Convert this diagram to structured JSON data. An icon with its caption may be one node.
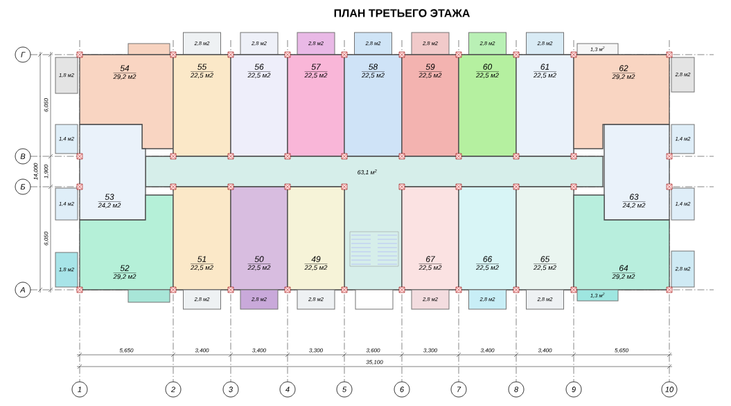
{
  "diagram": {
    "title": "ПЛАН ТРЕТЬЕГО ЭТАЖА",
    "nodes": [
      {
        "text": [
          "Г"
        ]
      },
      {
        "text": [
          "В"
        ]
      },
      {
        "text": [
          "Б"
        ]
      },
      {
        "text": [
          "А"
        ]
      },
      {
        "text": [],
        "shape": "box"
      },
      {
        "text": [
          "2,8 м2"
        ]
      },
      {
        "text": [
          "2,8 м2"
        ]
      },
      {
        "text": [
          "2,8 м2"
        ]
      },
      {
        "text": [
          "2,8 м2"
        ]
      },
      {
        "text": [
          "2,8 м2"
        ]
      },
      {
        "text": [
          "2,8 м2"
        ]
      },
      {
        "text": [
          "2,8 м2"
        ]
      },
      {
        "text": [
          "1,3 м$^{2}$"
        ]
      },
      {
        "text": [
          "1,8 м2"
        ]
      },
      {
        "text": [
          "54",
          "29,2 м2"
        ]
      },
      {
        "text": [
          "55",
          "22,5 м2"
        ]
      },
      {
        "text": [
          "56",
          "22,5 м2"
        ]
      },
      {
        "text": [
          "57",
          "22,5 м2"
        ]
      },
      {
        "text": [
          "58",
          "22,5 м2"
        ]
      },
      {
        "text": [
          "59",
          "22,5 м2"
        ]
      },
      {
        "text": [
          "60",
          "22,5 м2"
        ]
      },
      {
        "text": [
          "61",
          "22,5 м2"
        ]
      },
      {
        "text": [
          "62",
          "29,2 м2"
        ]
      },
      {
        "text": [
          "2,8 м2"
        ]
      },
      {
        "text": [
          "1,4 м2"
        ]
      },
      {
        "text": [
          "1,4 м2"
        ]
      },
      {
        "text": [
          "63,1 м$^{2}$"
        ]
      },
      {
        "text": [
          "53",
          "24,2 м2"
        ]
      },
      {
        "text": [
          "63",
          "24,2 м2"
        ]
      },
      {
        "text": [
          "1,4 м2"
        ]
      },
      {
        "text": [
          "1,4 м2"
        ]
      },
      {
        "text": [
          "52",
          "29,2 м2"
        ]
      },
      {
        "text": [
          "51",
          "22,5 м2"
        ]
      },
      {
        "text": [
          "50",
          "22,5 м2"
        ]
      },
      {
        "text": [
          "49",
          "22,5 м2"
        ]
      },
      {
        "text": [
          "67",
          "22,5 м2"
        ]
      },
      {
        "text": [
          "66",
          "22,5 м2"
        ]
      },
      {
        "text": [
          "65",
          "22,5 м2"
        ]
      },
      {
        "text": [
          "64",
          "29,2 м2"
        ]
      },
      {
        "text": [
          "1,8 м2"
        ]
      },
      {
        "text": [
          "2,8 м2"
        ]
      },
      {
        "text": [],
        "shape": "box"
      },
      {
        "text": [
          "2,8 м2"
        ]
      },
      {
        "text": [
          "2,8 м2"
        ]
      },
      {
        "text": [
          "2,8 м2"
        ]
      },
      {
        "text": [],
        "shape": "box"
      },
      {
        "text": [
          "2,8 м2"
        ]
      },
      {
        "text": [
          "2,8 м2"
        ]
      },
      {
        "text": [
          "2,8 м2"
        ]
      },
      {
        "text": [
          "1,3 м$^{2}$"
        ]
      },
      {
        "text": [
          "1"
        ]
      },
      {
        "text": [
          "2"
        ]
      },
      {
        "text": [
          "3"
        ]
      },
      {
        "text": [
          "4"
        ]
      },
      {
        "text": [
          "5"
        ]
      },
      {
        "text": [
          "6"
        ]
      },
      {
        "text": [
          "7"
        ]
      },
      {
        "text": [
          "8"
        ]
      },
      {
        "text": [
          "9"
        ]
      },
      {
        "text": [
          "10"
        ]
      }
    ],
    "labels": [
      "6,050",
      "14,000",
      "1,900",
      "6,050",
      "5,650",
      "3,400",
      "3,400",
      "3,300",
      "3,600",
      "3,300",
      "3,400",
      "3,400",
      "5,650",
      "35,100"
    ]
  }
}
